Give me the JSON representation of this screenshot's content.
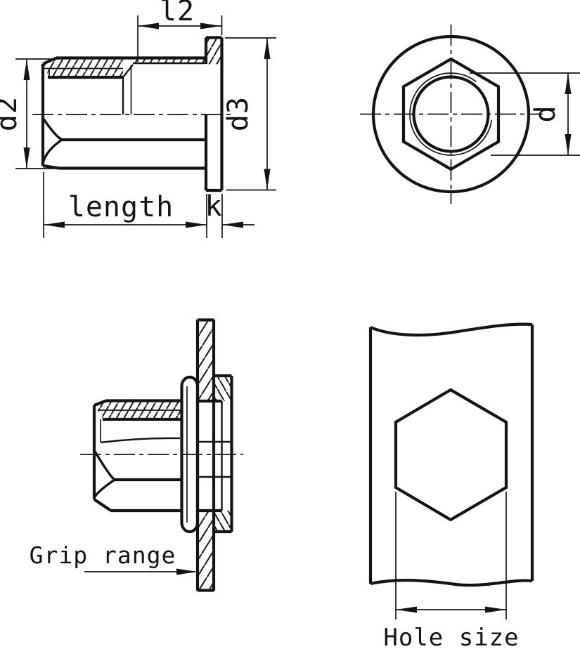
{
  "colors": {
    "background": "#ffffff",
    "line": "#141414"
  },
  "views": {
    "side": {
      "labels": {
        "l2": "l2",
        "d2": "d2",
        "d3": "d3",
        "length": "length",
        "k": "k"
      }
    },
    "front": {
      "labels": {
        "d": "d"
      }
    },
    "installed": {
      "labels": {
        "grip_range": "Grip range"
      }
    },
    "hole": {
      "labels": {
        "hole_size": "Hole size"
      }
    }
  }
}
